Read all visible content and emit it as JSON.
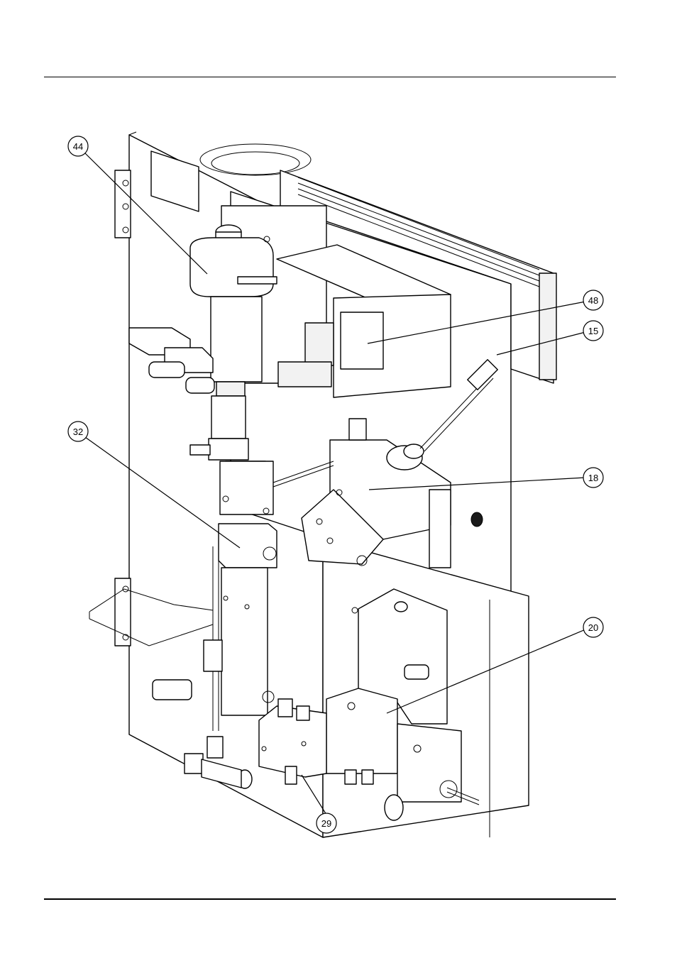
{
  "callouts": [
    {
      "id": "c44",
      "label": "44"
    },
    {
      "id": "c48",
      "label": "48"
    },
    {
      "id": "c15",
      "label": "15"
    },
    {
      "id": "c32",
      "label": "32"
    },
    {
      "id": "c18",
      "label": "18"
    },
    {
      "id": "c20",
      "label": "20"
    },
    {
      "id": "c29",
      "label": "29"
    }
  ]
}
